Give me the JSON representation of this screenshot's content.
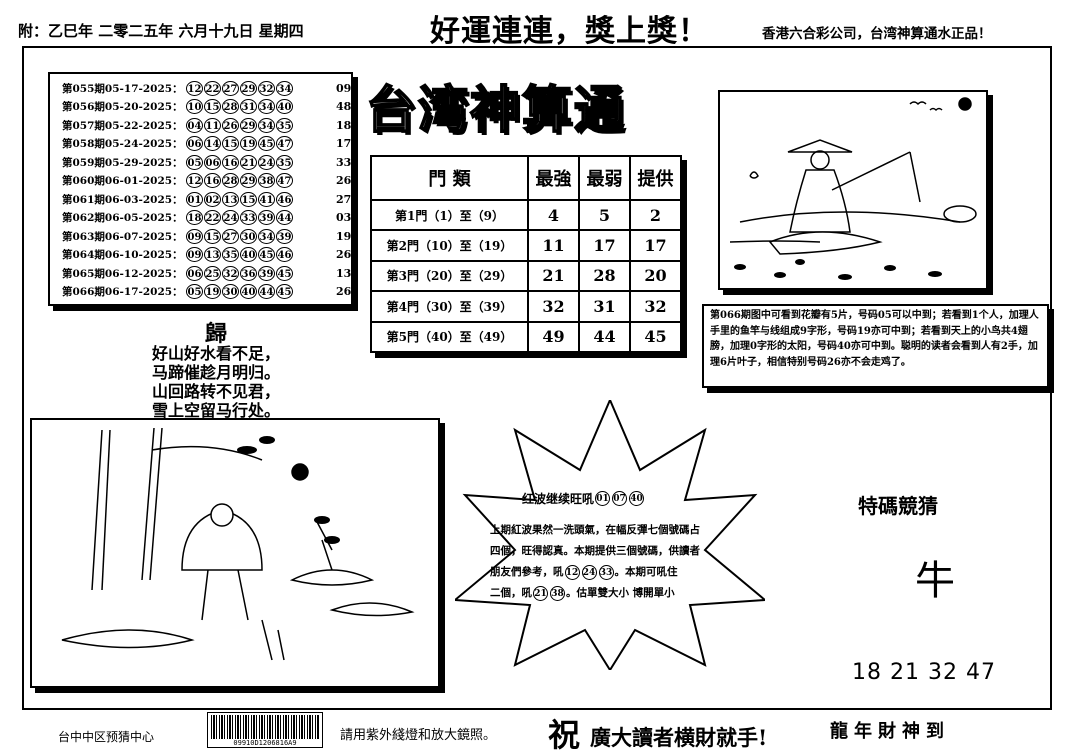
{
  "header": {
    "date_line": "附：乙巳年 二零二五年 六月十九日 星期四",
    "slogan": "好運連連，獎上獎！",
    "company": "香港六合彩公司，台湾神算通水正品！"
  },
  "brand": "台湾神算通",
  "results": [
    {
      "issue": "第055期05-17-2025：",
      "balls": [
        "12",
        "22",
        "27",
        "29",
        "32",
        "34"
      ],
      "special": "09"
    },
    {
      "issue": "第056期05-20-2025：",
      "balls": [
        "10",
        "15",
        "28",
        "31",
        "34",
        "40"
      ],
      "special": "48"
    },
    {
      "issue": "第057期05-22-2025：",
      "balls": [
        "04",
        "11",
        "26",
        "29",
        "34",
        "35"
      ],
      "special": "18"
    },
    {
      "issue": "第058期05-24-2025：",
      "balls": [
        "06",
        "14",
        "15",
        "19",
        "45",
        "47"
      ],
      "special": "17"
    },
    {
      "issue": "第059期05-29-2025：",
      "balls": [
        "05",
        "06",
        "16",
        "21",
        "24",
        "35"
      ],
      "special": "33"
    },
    {
      "issue": "第060期06-01-2025：",
      "balls": [
        "12",
        "16",
        "28",
        "29",
        "38",
        "47"
      ],
      "special": "26"
    },
    {
      "issue": "第061期06-03-2025：",
      "balls": [
        "01",
        "02",
        "13",
        "15",
        "41",
        "46"
      ],
      "special": "27"
    },
    {
      "issue": "第062期06-05-2025：",
      "balls": [
        "18",
        "22",
        "24",
        "33",
        "39",
        "44"
      ],
      "special": "03"
    },
    {
      "issue": "第063期06-07-2025：",
      "balls": [
        "09",
        "15",
        "27",
        "30",
        "34",
        "39"
      ],
      "special": "19"
    },
    {
      "issue": "第064期06-10-2025：",
      "balls": [
        "09",
        "13",
        "35",
        "40",
        "45",
        "46"
      ],
      "special": "26"
    },
    {
      "issue": "第065期06-12-2025：",
      "balls": [
        "06",
        "25",
        "32",
        "36",
        "39",
        "45"
      ],
      "special": "13"
    },
    {
      "issue": "第066期06-17-2025：",
      "balls": [
        "05",
        "19",
        "30",
        "40",
        "44",
        "45"
      ],
      "special": "26"
    }
  ],
  "table": {
    "headers": [
      "門 類",
      "最強",
      "最弱",
      "提供"
    ],
    "rows": [
      {
        "label": "第1門（1）至（9）",
        "strong": "4",
        "weak": "5",
        "offer": "2"
      },
      {
        "label": "第2門（10）至（19）",
        "strong": "11",
        "weak": "17",
        "offer": "17"
      },
      {
        "label": "第3門（20）至（29）",
        "strong": "21",
        "weak": "28",
        "offer": "20"
      },
      {
        "label": "第4門（30）至（39）",
        "strong": "32",
        "weak": "31",
        "offer": "32"
      },
      {
        "label": "第5門（40）至（49）",
        "strong": "49",
        "weak": "44",
        "offer": "45"
      }
    ]
  },
  "poem": {
    "title": "歸",
    "lines": [
      "好山好水看不足，",
      "马蹄催趁月明归。",
      "山回路转不见君，",
      "雪上空留马行处。"
    ]
  },
  "puzzle_text": "第066期图中可看到花瓣有5片，号码05可以中到；若看到1个人，加理人手里的鱼竿与线组成9字形，号码19亦可中到；若看到天上的小鸟共4翅膀，加理0字形的太阳，号码40亦可中到。聪明的读者会看到人有2手，加理6片叶子，相信特别号码26亦不会走鸡了。",
  "star": {
    "title": "红波继续旺吼",
    "title_balls": [
      "01",
      "07",
      "40"
    ],
    "line1": "上期紅波果然一洗頭氣，在幅反彈七個號碼占",
    "line2": "四個，旺得認真。本期提供三個號碼，供讀者",
    "line3_pre": "朋友們參考，吼",
    "line3_balls": [
      "12",
      "24",
      "33"
    ],
    "line3_post": "。本期可吼住",
    "line4_pre": "二個，吼",
    "line4_balls": [
      "21",
      "38"
    ],
    "line4_post": "。估單雙大小 博開單小"
  },
  "guess": {
    "title": "特碼競猜",
    "answer": "牛",
    "numbers": "18  21  32  47"
  },
  "footer": {
    "center": "台中中区预猜中心",
    "barcode_number": "09910D1206816A9",
    "note": "請用紫外綫燈和放大鏡照。",
    "zhu": "祝",
    "wish": "廣大讀者横財就手!",
    "right": "龍年財神到"
  },
  "colors": {
    "ink": "#000000",
    "paper": "#ffffff"
  }
}
